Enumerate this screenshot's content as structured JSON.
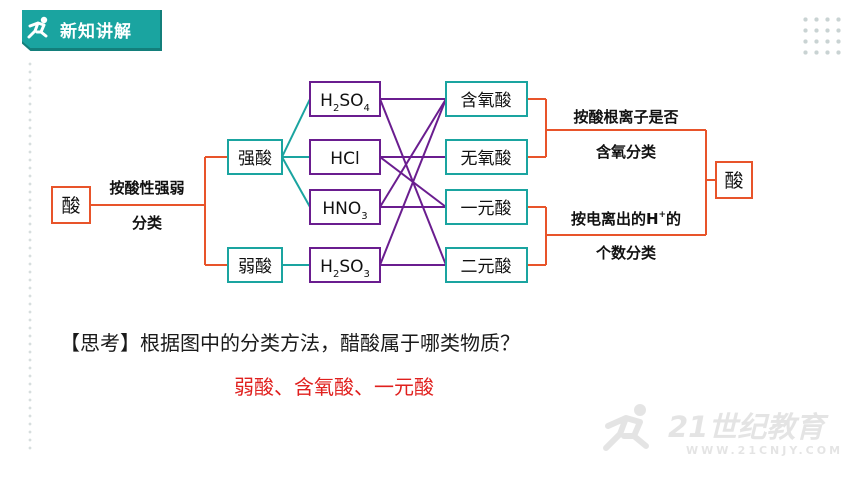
{
  "header": {
    "title": "新知讲解"
  },
  "diagram": {
    "root": "酸",
    "left_label_line1": "按酸性强弱",
    "left_label_line2": "分类",
    "strength": {
      "strong": "强酸",
      "weak": "弱酸"
    },
    "acids": {
      "h2so4": {
        "base": "H",
        "sub1": "2",
        "mid": "SO",
        "sub2": "4"
      },
      "hcl": {
        "text": "HCl"
      },
      "hno3": {
        "base": "HNO",
        "sub": "3"
      },
      "h2so3": {
        "base": "H",
        "sub1": "2",
        "mid": "SO",
        "sub2": "3"
      }
    },
    "classes": {
      "oxy": "含氧酸",
      "non_oxy": "无氧酸",
      "mono": "一元酸",
      "di": "二元酸"
    },
    "right_upper_line1": "按酸根离子是否",
    "right_upper_line2": "含氧分类",
    "right_lower_line1": "按电离出的H",
    "right_lower_sup": "+",
    "right_lower_line1_tail": "的",
    "right_lower_line2": "个数分类",
    "final": "酸"
  },
  "question": "【思考】根据图中的分类方法，醋酸属于哪类物质？",
  "answer": "弱酸、含氧酸、一元酸",
  "watermark": {
    "brand": "21世纪教育",
    "url": "WWW.21CNJY.COM"
  }
}
